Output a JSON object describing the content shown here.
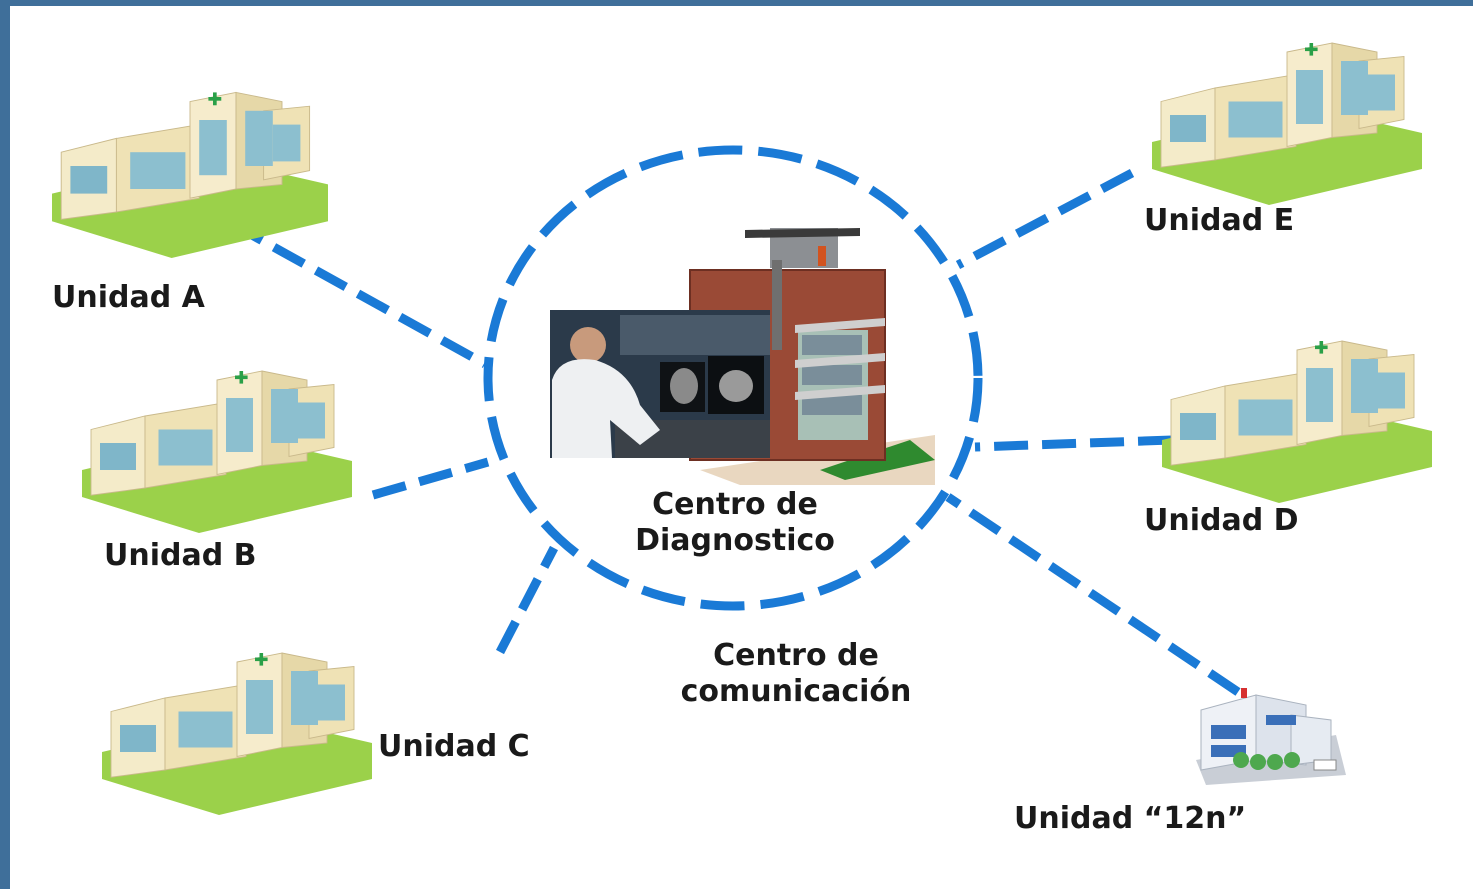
{
  "colors": {
    "link": "#1a7ad6",
    "frame": "#3f6f9a",
    "text": "#1a1a1a"
  },
  "center": {
    "label_line1": "Centro de",
    "label_line2": "Diagnostico",
    "icon": "diagnostic-center-image"
  },
  "communication": {
    "label_line1": "Centro de",
    "label_line2": "comunicación"
  },
  "units": {
    "a": {
      "label": "Unidad A",
      "icon": "hospital-building-icon"
    },
    "b": {
      "label": "Unidad B",
      "icon": "hospital-building-icon"
    },
    "c": {
      "label": "Unidad C",
      "icon": "hospital-building-icon"
    },
    "d": {
      "label": "Unidad D",
      "icon": "hospital-building-icon"
    },
    "e": {
      "label": "Unidad E",
      "icon": "hospital-building-icon"
    },
    "n": {
      "label": "Unidad “12n”",
      "icon": "clinic-building-icon"
    }
  }
}
